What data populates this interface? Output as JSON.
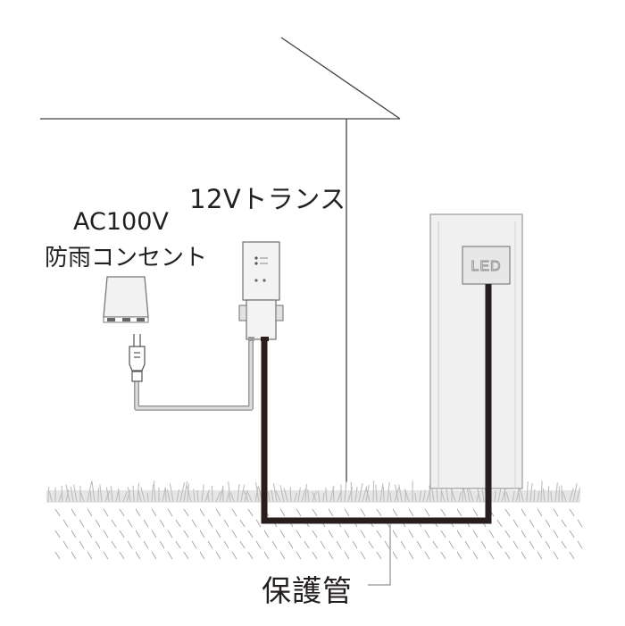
{
  "labels": {
    "transformer": "12Vトランス",
    "outlet_voltage": "AC100V",
    "outlet_name": "防雨コンセント",
    "conduit": "保護管",
    "light_badge": "LED"
  },
  "icons": {
    "house": "house-outline-icon",
    "outlet": "weatherproof-outlet-icon",
    "plug": "power-plug-icon",
    "transformer": "transformer-box-icon",
    "light": "led-post-light-icon",
    "grass": "grass-icon",
    "cable": "cable-icon"
  },
  "colors": {
    "line": "#444444",
    "conduit": "#2a1d1d",
    "cable_gray": "#b8b8b8",
    "post_fill": "#efefef",
    "grass": "#c4c4c4"
  }
}
